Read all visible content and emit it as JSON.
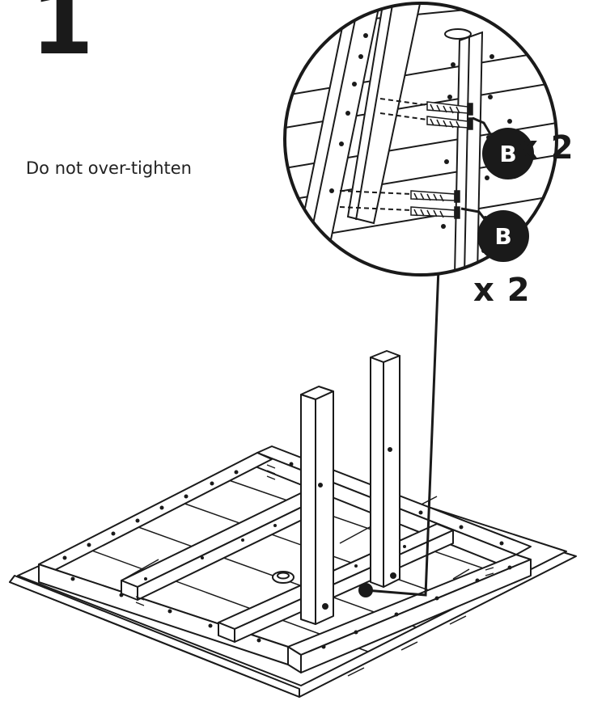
{
  "step": {
    "number": "1"
  },
  "note": {
    "text": "Do not over-tighten"
  },
  "callouts": [
    {
      "part": "B",
      "quantity": "x 2"
    },
    {
      "part": "B",
      "quantity": "x 2"
    }
  ],
  "colors": {
    "ink": "#1a1a1a",
    "paper": "#ffffff",
    "wood": "#f4f4f4"
  }
}
